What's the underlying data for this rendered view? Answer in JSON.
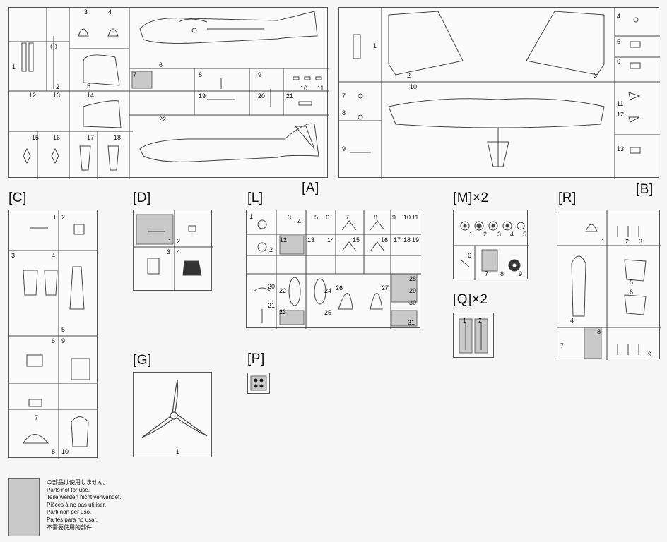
{
  "sprue_labels": {
    "A": "[A]",
    "B": "[B]",
    "C": "[C]",
    "D": "[D]",
    "L": "[L]",
    "M": "[M]×2",
    "Q": "[Q]×2",
    "R": "[R]",
    "G": "[G]",
    "P": "[P]"
  },
  "sprue_A_numbers": [
    "1",
    "2",
    "3",
    "4",
    "5",
    "6",
    "7",
    "8",
    "9",
    "10",
    "11",
    "12",
    "13",
    "14",
    "15",
    "16",
    "17",
    "18",
    "19",
    "20",
    "21",
    "22"
  ],
  "sprue_B_numbers": [
    "1",
    "2",
    "3",
    "4",
    "5",
    "6",
    "7",
    "8",
    "9",
    "10",
    "11",
    "12",
    "13"
  ],
  "sprue_C_numbers": [
    "1",
    "2",
    "3",
    "4",
    "5",
    "6",
    "7",
    "8",
    "9",
    "10"
  ],
  "sprue_D_numbers": [
    "1",
    "2",
    "3",
    "4"
  ],
  "sprue_L_numbers": [
    "1",
    "2",
    "3",
    "4",
    "5",
    "6",
    "7",
    "8",
    "9",
    "10",
    "11",
    "12",
    "13",
    "14",
    "15",
    "16",
    "17",
    "18",
    "19",
    "20",
    "21",
    "22",
    "23",
    "24",
    "25",
    "26",
    "27",
    "28",
    "29",
    "30",
    "31"
  ],
  "sprue_M_numbers": [
    "1",
    "2",
    "3",
    "4",
    "5",
    "6",
    "7",
    "8",
    "9"
  ],
  "sprue_Q_numbers": [
    "1",
    "2"
  ],
  "sprue_R_numbers": [
    "1",
    "2",
    "3",
    "4",
    "5",
    "6",
    "7",
    "8",
    "9"
  ],
  "sprue_G_numbers": [
    "1"
  ],
  "legend": {
    "swatch_color": "#c9c9c9",
    "lines": [
      "の部品は使用しません。",
      "Parts not for use.",
      "Teile werden nicht verwendet.",
      "Pièces à ne pas utiliser.",
      "Parti non per uso.",
      "Partes para no usar.",
      "不需要使用的部件"
    ]
  }
}
